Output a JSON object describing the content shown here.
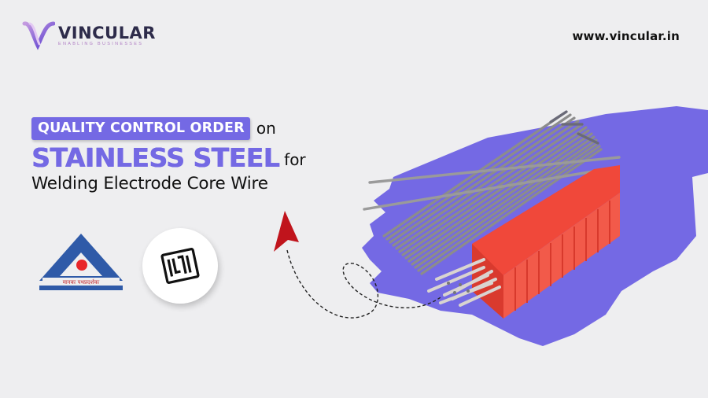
{
  "brand": {
    "name": "VINCULAR",
    "tagline": "ENABLING BUSINESSES",
    "url": "www.vincular.in"
  },
  "headline": {
    "badge": "QUALITY CONTROL ORDER",
    "on": "on",
    "subject": "STAINLESS STEEL",
    "for": "for",
    "product": "Welding Electrode Core Wire"
  },
  "logos": {
    "bis_caption": "मानकः पथप्रदर्शकः",
    "isi_mark": "ISI"
  },
  "colors": {
    "accent": "#7469e4",
    "background": "#eeeef0",
    "case_red": "#f04a3c",
    "arrow_red": "#c0141c"
  }
}
